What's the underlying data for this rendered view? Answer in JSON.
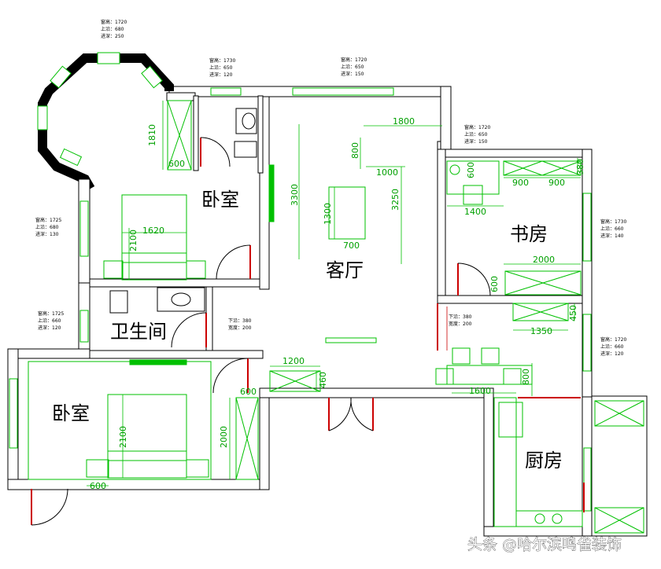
{
  "colors": {
    "wall": "#000000",
    "furniture": "#00c000",
    "dimension": "#00a000",
    "door": "#cc0000"
  },
  "rooms": {
    "bedroom_top": "卧室",
    "living_room": "客厅",
    "study": "书房",
    "bathroom": "卫生间",
    "bedroom_bottom": "卧室",
    "kitchen": "厨房"
  },
  "dimensions": {
    "d1810": "1810",
    "d600a": "600",
    "d1620": "1620",
    "d2100a": "2100",
    "d3300": "3300",
    "d1800": "1800",
    "d800a": "800",
    "d1000": "1000",
    "d3250": "3250",
    "d1300": "1300",
    "d700": "700",
    "d600b": "600",
    "d900a": "900",
    "d900b": "900",
    "d380": "380",
    "d1400": "1400",
    "d2000a": "2000",
    "d600c": "600",
    "d450": "450",
    "d1350": "1350",
    "d1200": "1200",
    "d460": "460",
    "d800b": "800",
    "d1600": "1600",
    "d600d": "600",
    "d2100b": "2100",
    "d2000b": "2000",
    "d600e": "600"
  },
  "window_notes": [
    [
      "窗高：1720",
      "上沿：680",
      "进深：250"
    ],
    [
      "窗高：1730",
      "上沿：650",
      "进深：120"
    ],
    [
      "窗高：1720",
      "上沿：650",
      "进深：150"
    ],
    [
      "窗高：1720",
      "上沿：650",
      "进深：150"
    ],
    [
      "窗高：1725",
      "上沿：680",
      "进深：130"
    ],
    [
      "窗高：1730",
      "上沿：660",
      "进深：140"
    ],
    [
      "窗高：1725",
      "上沿：660",
      "进深：120"
    ],
    [
      "窗高：1720",
      "上沿：660",
      "进深：120"
    ]
  ],
  "beam_notes": [
    [
      "下沿：380",
      "宽度：200"
    ],
    [
      "下沿：380",
      "宽度：200"
    ]
  ],
  "watermark": "头条 @哈尔滨鸣雀装饰"
}
